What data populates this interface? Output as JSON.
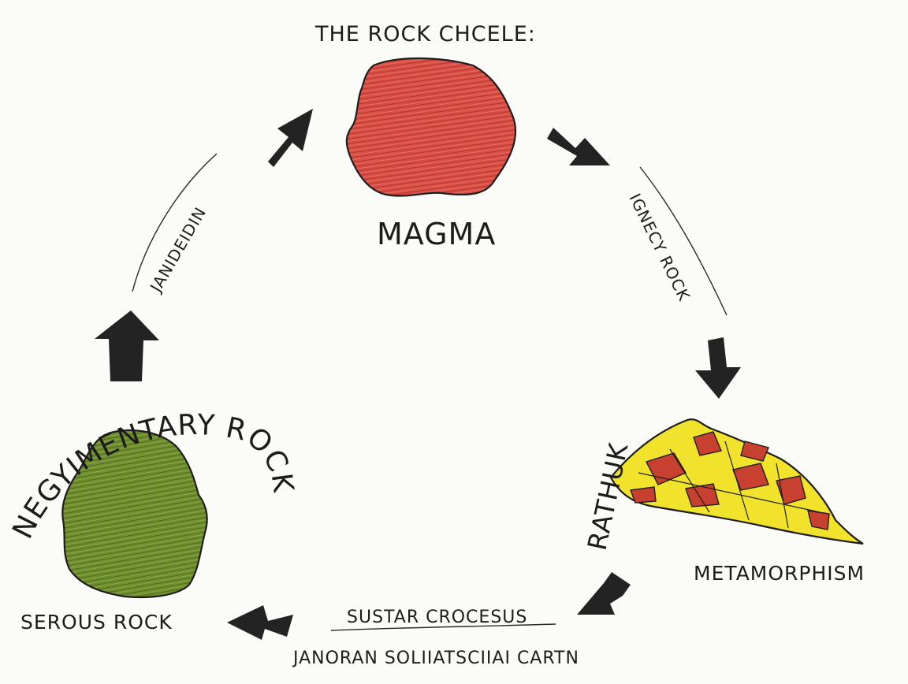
{
  "title": "THE ROCK CHCELE:",
  "nodes": {
    "magma": {
      "label": "MAGMA",
      "color": "#d9534a"
    },
    "metamorphic": {
      "label": "METAMORPHISM",
      "side_label": "RATHUK",
      "colors": [
        "#c8402f",
        "#f2e22a"
      ]
    },
    "sedimentary": {
      "label": "SEROUS ROCK",
      "arc_label": "NEGYIMENTARY ROCK",
      "color": "#6f8f2e"
    }
  },
  "edges": {
    "left": {
      "label": "JANIDEIDIN"
    },
    "right": {
      "label": "IGNECY ROCK"
    },
    "bottom": {
      "label": "SUSTAR CROCESUS",
      "sub_label": "JANORAN SOLIIATSCIIAI CARTN"
    }
  }
}
